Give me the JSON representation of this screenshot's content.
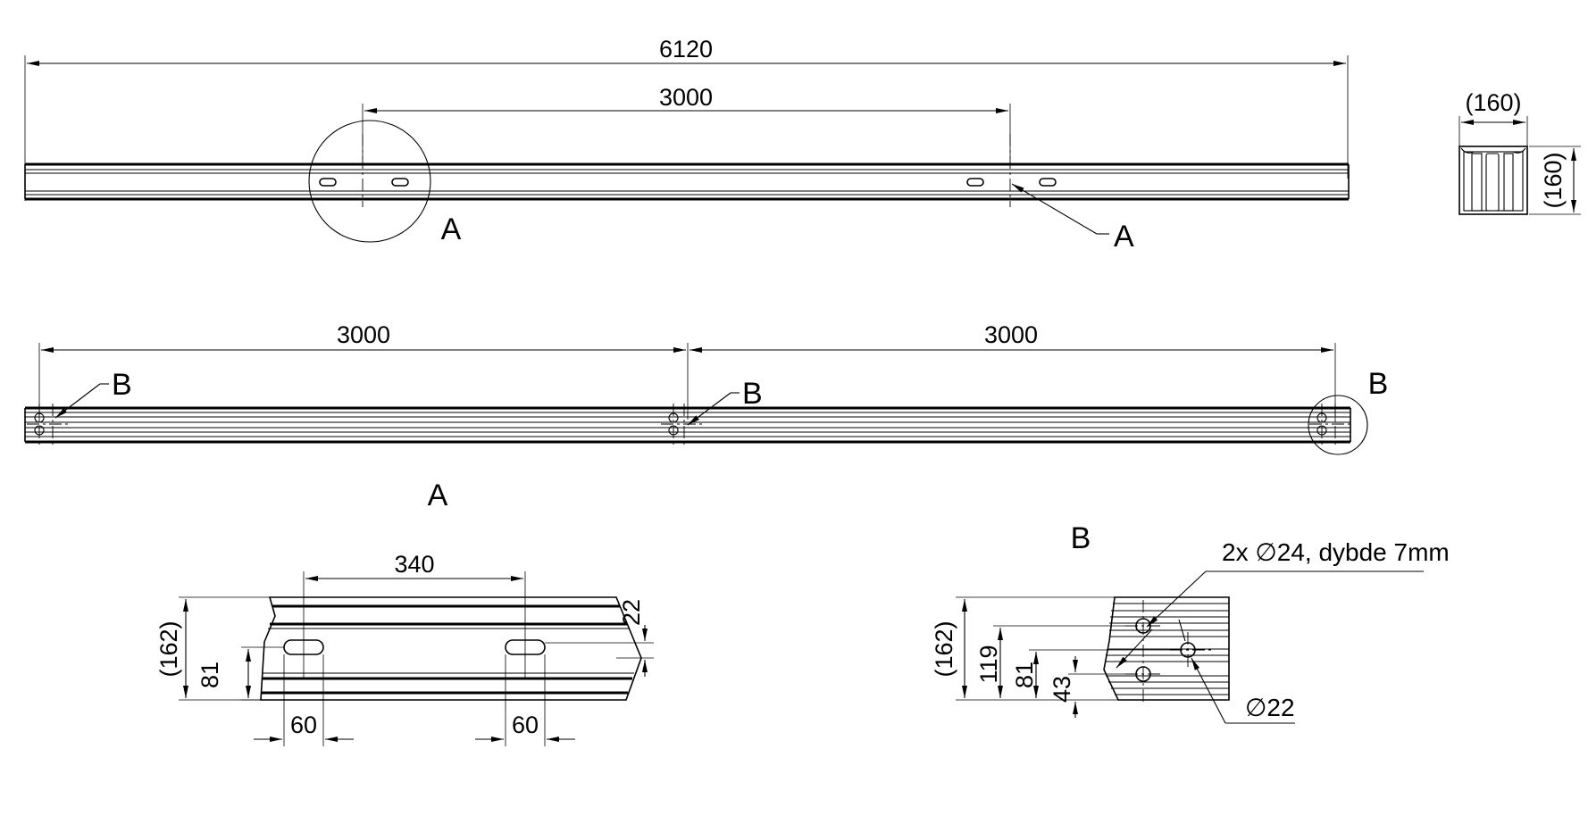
{
  "top_view": {
    "overall_length": "6120",
    "hole_spacing": "3000",
    "detail_a_label": "A",
    "leader_a_label": "A"
  },
  "section": {
    "width": "(160)",
    "height": "(160)"
  },
  "side_view": {
    "segment_left": "3000",
    "segment_right": "3000",
    "leader_b_left": "B",
    "leader_b_mid": "B",
    "detail_b_label": "B"
  },
  "detail_a": {
    "title": "A",
    "slot_spacing": "340",
    "height": "(162)",
    "slot_height": "81",
    "chamfer": "22",
    "slot_width_left": "60",
    "slot_width_right": "60"
  },
  "detail_b": {
    "title": "B",
    "hole_note": "2x ∅24, dybde 7mm",
    "hole_diameter": "∅22",
    "height": "(162)",
    "dim_119": "119",
    "dim_81": "81",
    "dim_43": "43"
  }
}
